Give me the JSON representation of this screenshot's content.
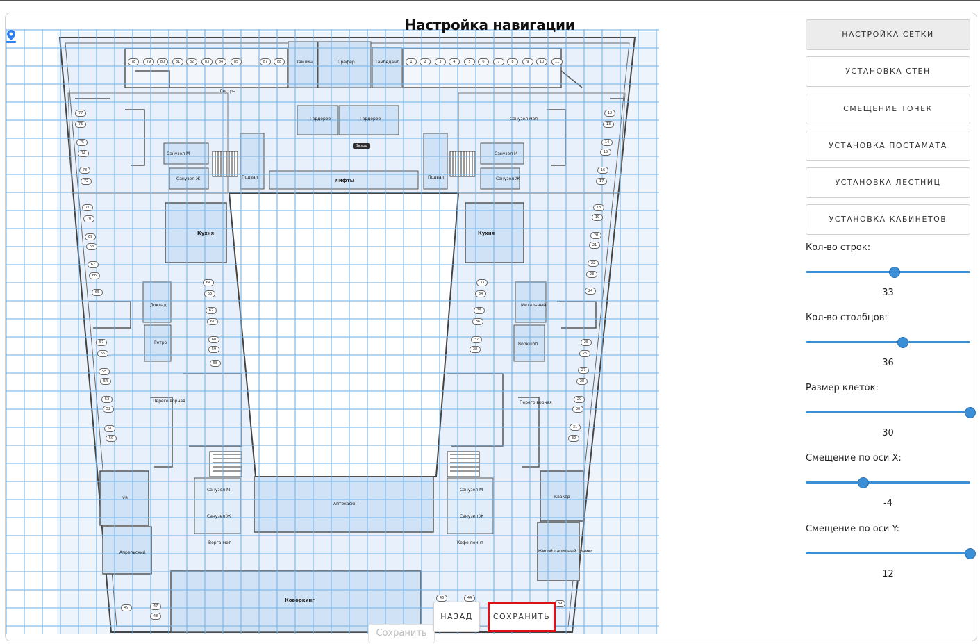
{
  "page": {
    "title": "Настройка навигации"
  },
  "modes": [
    {
      "label": "НАСТРОЙКА СЕТКИ",
      "active": true
    },
    {
      "label": "УСТАНОВКА СТЕН",
      "active": false
    },
    {
      "label": "СМЕЩЕНИЕ ТОЧЕК",
      "active": false
    },
    {
      "label": "УСТАНОВКА ПОСТАМАТА",
      "active": false
    },
    {
      "label": "УСТАНОВКА ЛЕСТНИЦ",
      "active": false
    },
    {
      "label": "УСТАНОВКА КАБИНЕТОВ",
      "active": false
    }
  ],
  "controls": {
    "rows": {
      "label": "Кол-во строк:",
      "value": "33",
      "fraction": 0.54
    },
    "cols": {
      "label": "Кол-во столбцов:",
      "value": "36",
      "fraction": 0.59
    },
    "cell": {
      "label": "Размер клеток:",
      "value": "30",
      "fraction": 1.0
    },
    "offset_x": {
      "label": "Смещение по оси X:",
      "value": "-4",
      "fraction": 0.35
    },
    "offset_y": {
      "label": "Смещение по оси Y:",
      "value": "12",
      "fraction": 1.0
    }
  },
  "actions": {
    "back": "НАЗАД",
    "save": "СОХРАНИТЬ",
    "save_hidden": "Сохранить"
  },
  "map": {
    "exit_label": "Выход",
    "rooms": {
      "holl": "Хамлин",
      "pref": "Префер",
      "tamb": "Тамбедант",
      "stairs_top": "Лестры",
      "garderob1": "Гардероб",
      "garderob2": "Гардероб",
      "wc_m_l": "Санузел М",
      "wc_zh_l": "Санузел Ж",
      "wc_m_r": "Санузел М",
      "wc_zh_r": "Санузел Ж",
      "sanuzel_top_r": "Санузел мал",
      "lifts": "Лифты",
      "podval_l": "Подвал",
      "podval_r": "Подвал",
      "kitchen_l": "Кухня",
      "kitchen_r": "Кухня",
      "doklad": "Доклад",
      "retro": "Ретро",
      "metal": "Метальный",
      "vorkshop": "Воркшоп",
      "peregovor_l": "Перего ворная",
      "peregovor_r": "Перего ворная",
      "vr": "VR",
      "aprel": "Апрельский",
      "wc_m_bl": "Санузел М",
      "wc_zh_bl": "Санузел Ж",
      "wc_m_br": "Санузел М",
      "wc_zh_br": "Санузел Ж",
      "aud": "Аптекаскн",
      "kvak": "Квакер",
      "kvak2": "Жилой лапидный тоникс",
      "coffee": "Кофе-поинт",
      "kowork": "Коворкинг",
      "bochka": "Ворга-мот"
    },
    "numbers_top_left": [
      "78",
      "79",
      "80",
      "81",
      "82",
      "83",
      "84",
      "85",
      "87",
      "88"
    ],
    "numbers_top_right": [
      "1",
      "2",
      "3",
      "4",
      "5",
      "6",
      "7",
      "8",
      "9",
      "10",
      "11"
    ],
    "numbers_left": [
      "77",
      "76",
      "75",
      "74",
      "73",
      "72",
      "71",
      "70",
      "69",
      "68",
      "67",
      "66",
      "65",
      "57",
      "56",
      "55",
      "54",
      "53",
      "52",
      "51",
      "50",
      "49",
      "47",
      "48"
    ],
    "numbers_inner_left": [
      "64",
      "63",
      "62",
      "61",
      "60",
      "59",
      "58"
    ],
    "numbers_inner_right": [
      "33",
      "34",
      "35",
      "36",
      "37",
      "38"
    ],
    "numbers_right": [
      "12",
      "13",
      "14",
      "15",
      "16",
      "17",
      "18",
      "19",
      "20",
      "21",
      "22",
      "23",
      "24",
      "25",
      "26",
      "27",
      "28",
      "29",
      "30",
      "31",
      "32",
      "39",
      "46",
      "44"
    ]
  }
}
